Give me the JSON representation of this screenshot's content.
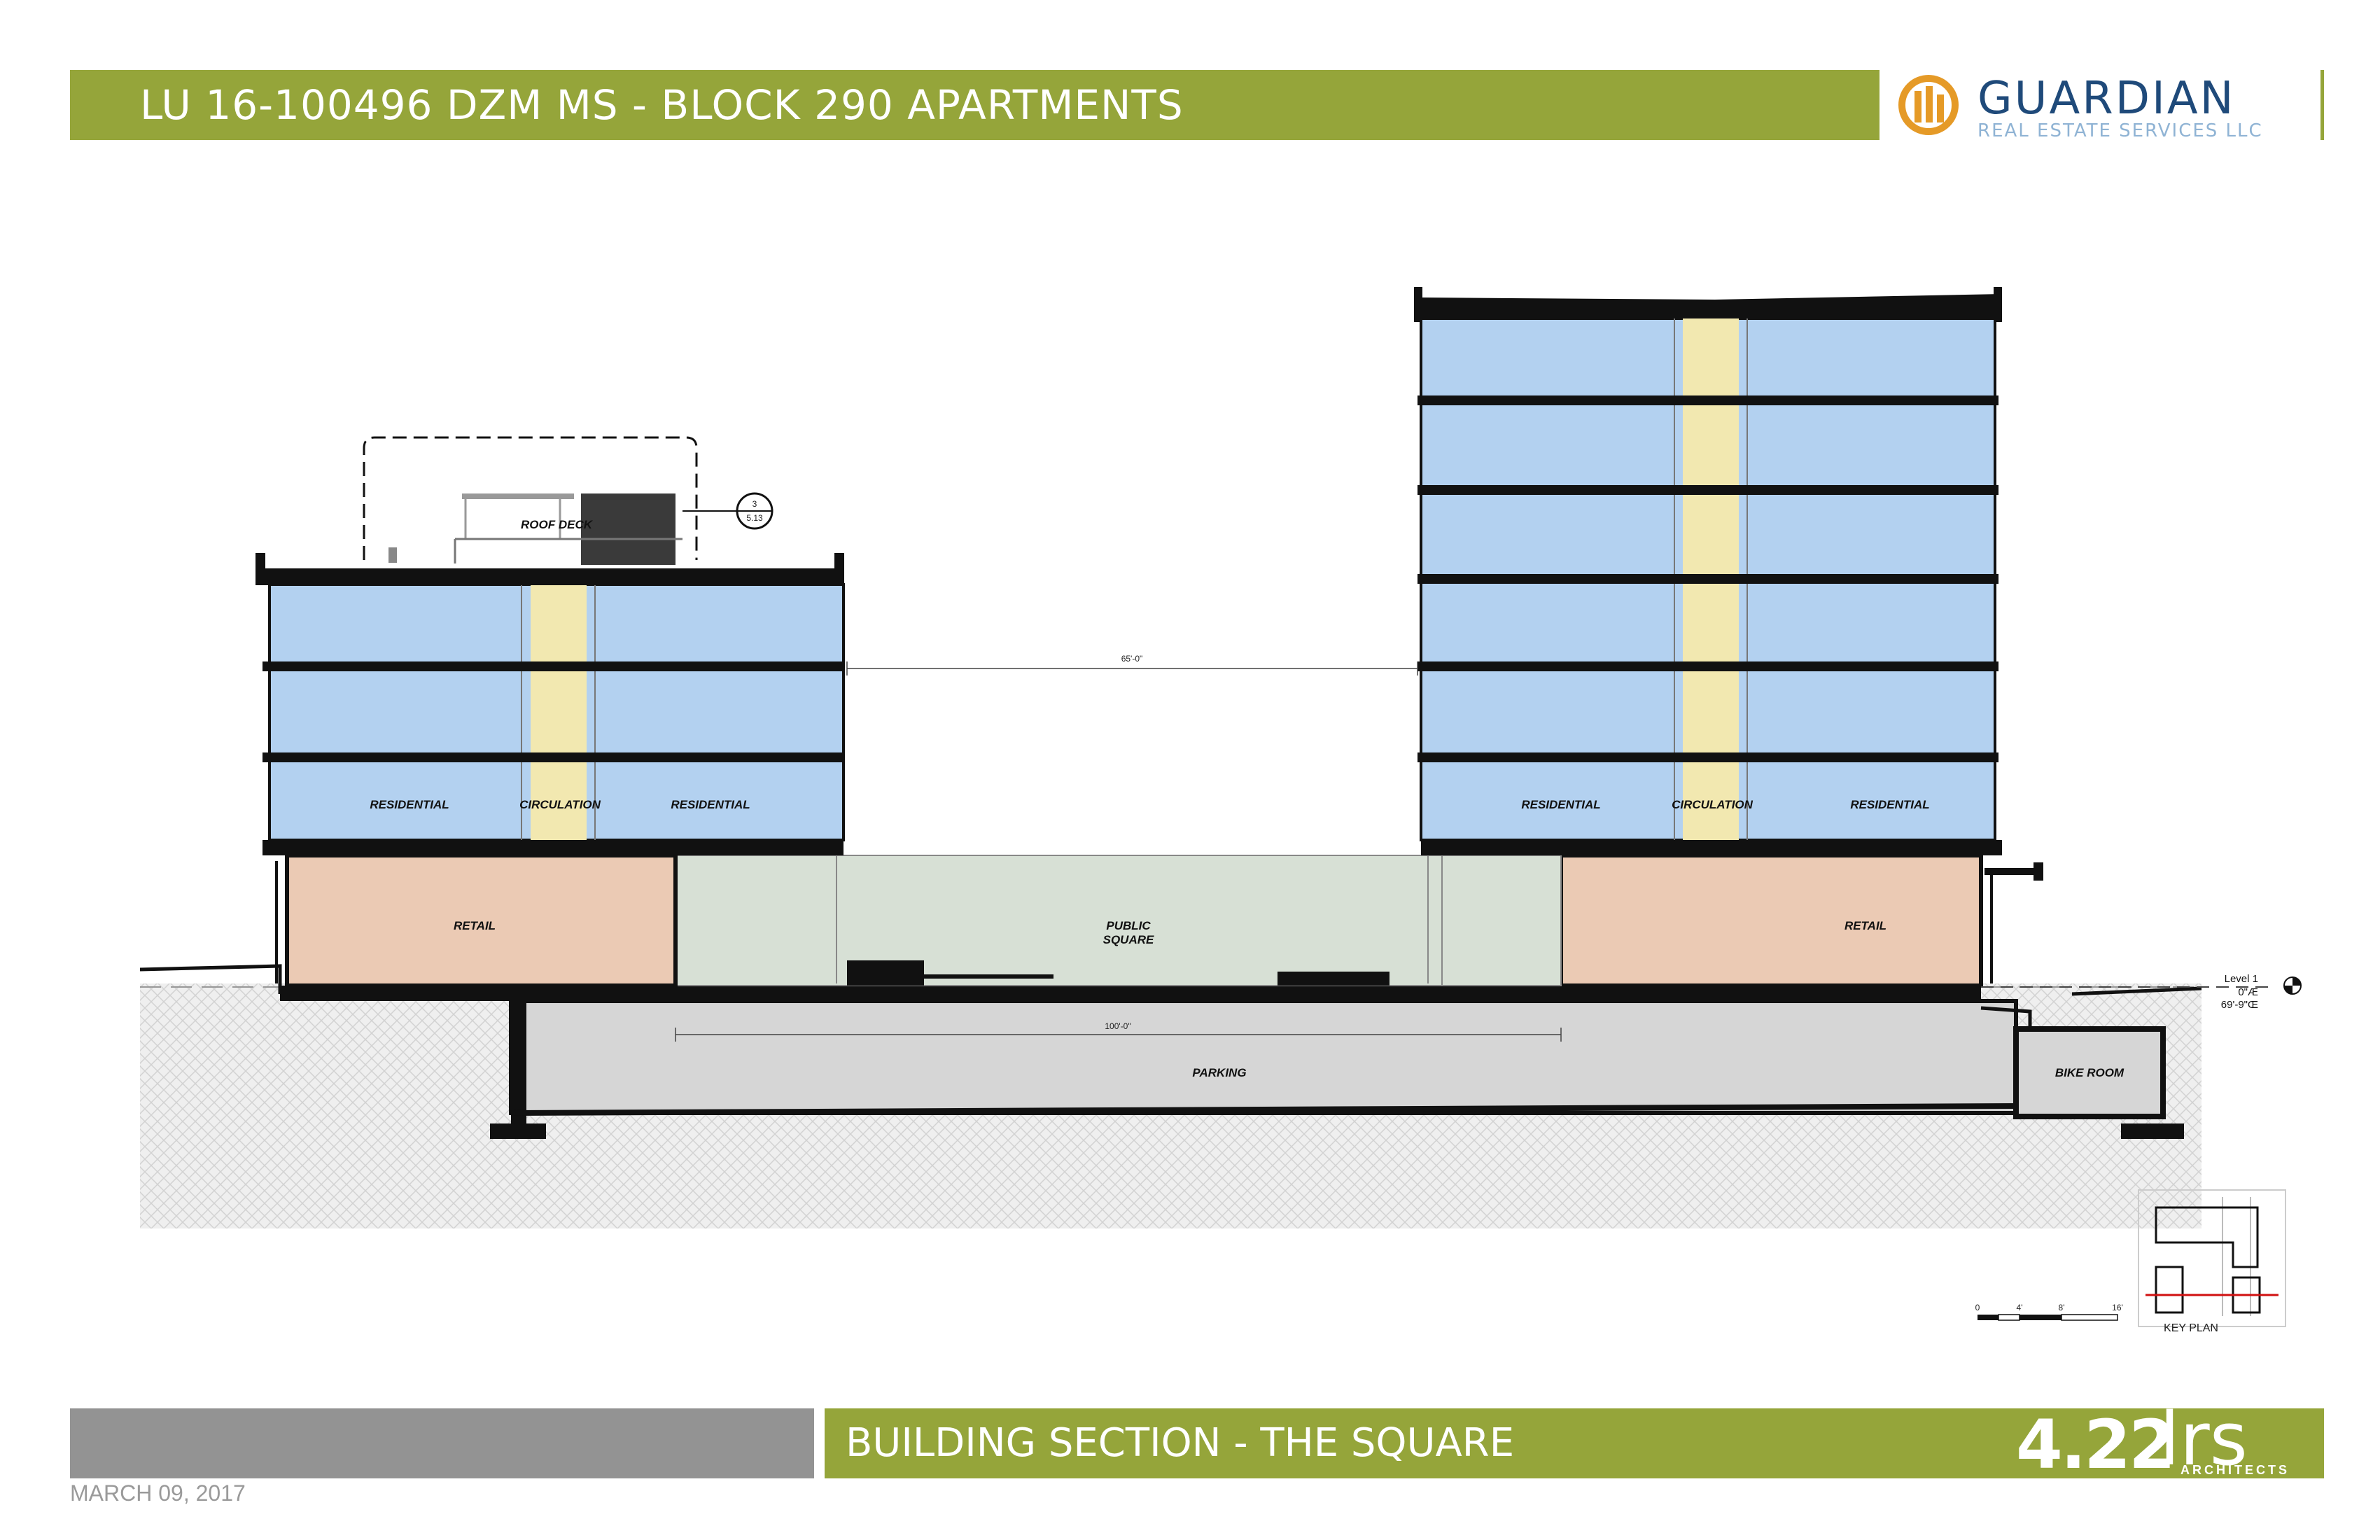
{
  "header": {
    "title": "LU 16-100496 DZM MS  - BLOCK 290 APARTMENTS",
    "logo_name": "GUARDIAN",
    "logo_subtitle": "REAL ESTATE SERVICES LLC"
  },
  "footer": {
    "sheet_title": "BUILDING SECTION - THE SQUARE",
    "sheet_number": "4.22",
    "firm_name": "lrs",
    "firm_subtitle": "ARCHITECTS",
    "date": "MARCH 09, 2017"
  },
  "drawing": {
    "labels": {
      "roof_deck": "ROOF DECK",
      "residential": "RESIDENTIAL",
      "circulation": "CIRCULATION",
      "retail": "RETAIL",
      "public_square_1": "PUBLIC",
      "public_square_2": "SQUARE",
      "parking": "PARKING",
      "bike_room": "BIKE ROOM",
      "key_plan": "KEY PLAN"
    },
    "dimensions": {
      "upper": "65'-0\"",
      "lower": "100'-0\""
    },
    "level_marker": {
      "name": "Level 1",
      "line1": "0\"Æ",
      "line2": "69'-9\"Œ"
    },
    "detail_callout": {
      "number": "3",
      "sheet": "5.13"
    },
    "scale_bar": {
      "ticks": [
        "0",
        "4'",
        "8'",
        "16'"
      ]
    }
  },
  "colors": {
    "header_green": "#95a53a",
    "footer_grey": "#939393",
    "residential_blue": "#b3d1f0",
    "circulation_yellow": "#f2e8b0",
    "retail_peach": "#ebcab4",
    "public_square_green": "#d7e0d5",
    "parking_grey": "#d6d6d6",
    "ground_hatch": "#eaeaea"
  }
}
